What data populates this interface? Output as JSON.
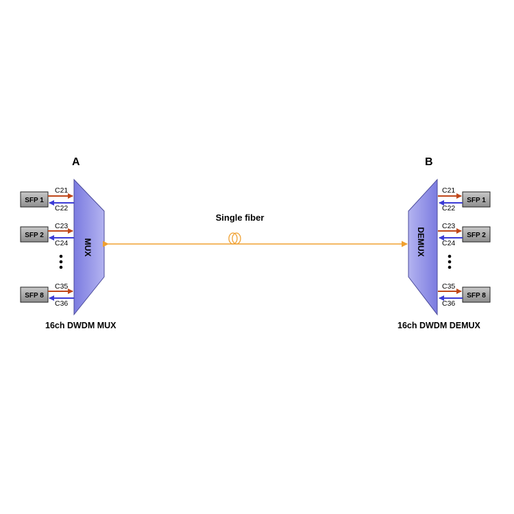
{
  "site_a": {
    "label": "A",
    "device_label": "MUX",
    "caption": "16ch DWDM MUX",
    "sfps": [
      "SFP 1",
      "SFP 2",
      "SFP 8"
    ],
    "channels": [
      {
        "tx": "C21",
        "rx": "C22"
      },
      {
        "tx": "C23",
        "rx": "C24"
      },
      {
        "tx": "C35",
        "rx": "C36"
      }
    ]
  },
  "site_b": {
    "label": "B",
    "device_label": "DEMUX",
    "caption": "16ch DWDM DEMUX",
    "sfps": [
      "SFP 1",
      "SFP 2",
      "SFP 8"
    ],
    "channels": [
      {
        "tx": "C21",
        "rx": "C22"
      },
      {
        "tx": "C23",
        "rx": "C24"
      },
      {
        "tx": "C35",
        "rx": "C36"
      }
    ]
  },
  "fiber": {
    "label": "Single fiber"
  },
  "colors": {
    "mux_fill": "#8f8fe6",
    "sfp_fill": "#a9a9a9",
    "tx_arrow": "#c0471a",
    "rx_arrow": "#3b3bd6",
    "fiber": "#f0a030"
  }
}
